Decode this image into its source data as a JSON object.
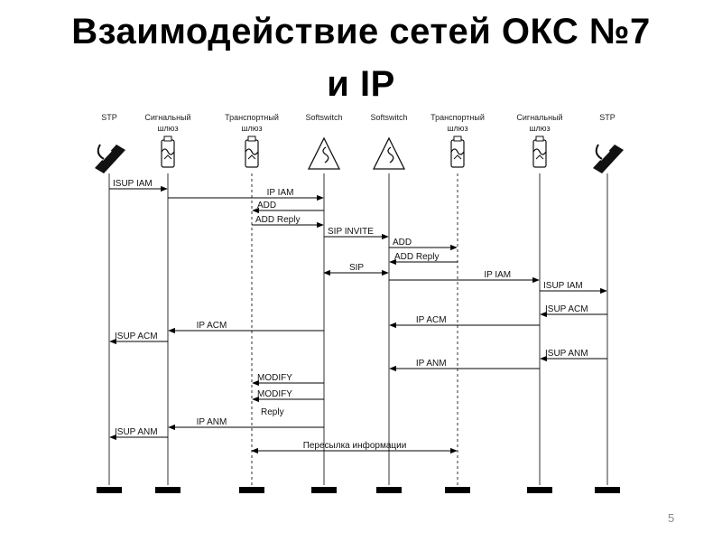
{
  "slide": {
    "title_line1": "Взаимодействие сетей ОКС №7",
    "title_line2": "и IP",
    "page_number": "5"
  },
  "entities": [
    {
      "id": "stp-left",
      "line1": "STP",
      "line2": "",
      "icon": "telephone-icon"
    },
    {
      "id": "sg-left",
      "line1": "Сигнальный",
      "line2": "шлюз",
      "icon": "gateway-icon"
    },
    {
      "id": "tg-left",
      "line1": "Транспортный",
      "line2": "шлюз",
      "icon": "gateway-icon"
    },
    {
      "id": "ss-left",
      "line1": "Softswitch",
      "line2": "",
      "icon": "softswitch-pyramid-icon"
    },
    {
      "id": "ss-right",
      "line1": "Softswitch",
      "line2": "",
      "icon": "softswitch-pyramid-icon"
    },
    {
      "id": "tg-right",
      "line1": "Транспортный",
      "line2": "шлюз",
      "icon": "gateway-icon"
    },
    {
      "id": "sg-right",
      "line1": "Сигнальный",
      "line2": "шлюз",
      "icon": "gateway-icon"
    },
    {
      "id": "stp-right",
      "line1": "STP",
      "line2": "",
      "icon": "telephone-icon"
    }
  ],
  "messages": [
    {
      "from": 0,
      "to": 1,
      "label": "ISUP IAM"
    },
    {
      "from": 1,
      "to": 3,
      "label": "IP IAM"
    },
    {
      "from": 3,
      "to": 2,
      "label": "ADD"
    },
    {
      "from": 2,
      "to": 3,
      "label": "ADD Reply"
    },
    {
      "from": 3,
      "to": 4,
      "label": "SIP INVITE"
    },
    {
      "from": 4,
      "to": 5,
      "label": "ADD"
    },
    {
      "from": 5,
      "to": 4,
      "label": "ADD Reply"
    },
    {
      "from": 3,
      "to": 4,
      "label": "SIP",
      "bidirectional": true
    },
    {
      "from": 4,
      "to": 6,
      "label": "IP IAM"
    },
    {
      "from": 6,
      "to": 7,
      "label": "ISUP IAM"
    },
    {
      "from": 7,
      "to": 6,
      "label": "ISUP ACM"
    },
    {
      "from": 3,
      "to": 1,
      "label": "IP ACM"
    },
    {
      "from": 6,
      "to": 4,
      "label": "IP ACM"
    },
    {
      "from": 1,
      "to": 0,
      "label": "ISUP ACM"
    },
    {
      "from": 7,
      "to": 6,
      "label": "ISUP ANM"
    },
    {
      "from": 6,
      "to": 4,
      "label": "IP ANM"
    },
    {
      "from": 3,
      "to": 2,
      "label": "MODIFY"
    },
    {
      "from": 3,
      "to": 2,
      "label": "MODIFY Reply"
    },
    {
      "from": 3,
      "to": 1,
      "label": "IP ANM"
    },
    {
      "from": 1,
      "to": 0,
      "label": "ISUP ANM"
    },
    {
      "from": 2,
      "to": 5,
      "label": "Пересылка информации",
      "bidirectional": true
    }
  ]
}
